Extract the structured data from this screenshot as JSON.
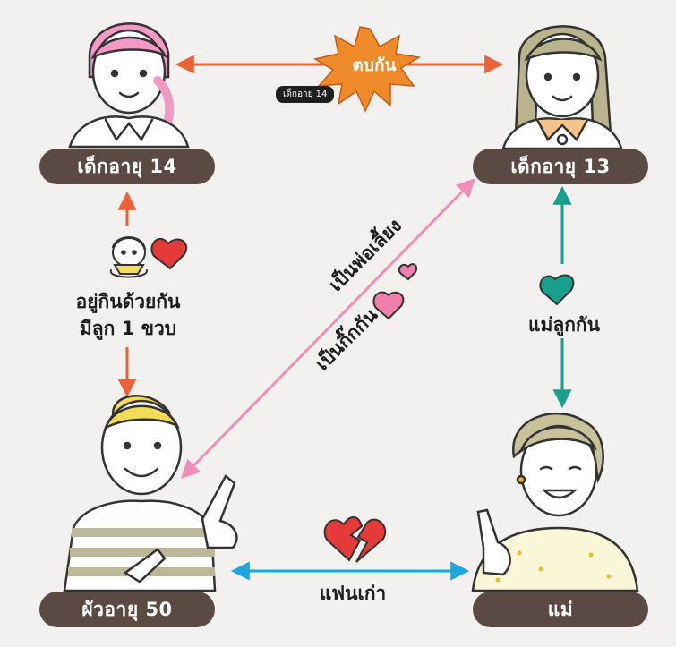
{
  "nodes": {
    "girl14": "เด็กอายุ 14",
    "girl13": "เด็กอายุ 13",
    "husband": "ผัวอายุ 50",
    "mother": "แม่"
  },
  "relations": {
    "fight": "ตบกัน",
    "fight_tag": "เด็กอายุ 14",
    "live_together_1": "อยู่กินด้วยกัน",
    "live_together_2": "มีลูก 1 ขวบ",
    "step_father": "เป็นพ่อเลี้ยง",
    "affair": "เป็นกิ๊กกัน",
    "mother_daughter": "แม่ลูกกัน",
    "ex": "แฟนเก่า"
  },
  "colors": {
    "background": "#f2f1f0",
    "label_bg": "#5b4a43",
    "arrow_orange": "#e8633a",
    "arrow_pink": "#ef8fb8",
    "arrow_teal": "#1a9e8e",
    "arrow_blue": "#1fa6e0",
    "heart_red": "#e43a3a",
    "heart_pink": "#f07fae",
    "heart_teal": "#1a9e8e"
  },
  "icons": [
    "girl-pink-hair-icon",
    "girl-olive-hair-icon",
    "man-icon",
    "woman-icon",
    "baby-icon",
    "heart-icon",
    "broken-heart-icon",
    "burst-icon"
  ]
}
